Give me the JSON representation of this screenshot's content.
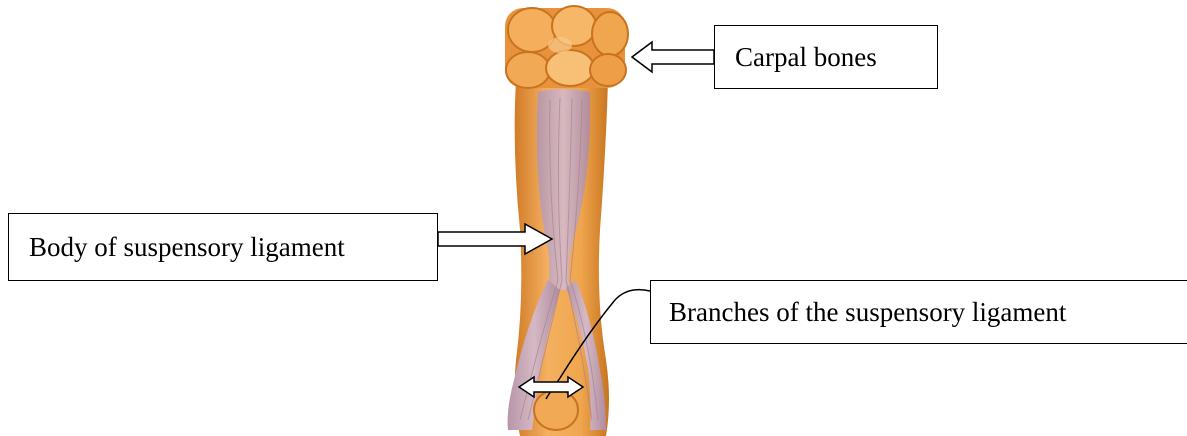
{
  "labels": {
    "carpal": "Carpal bones",
    "body": "Body of suspensory ligament",
    "branches": "Branches of the suspensory ligament"
  },
  "colors": {
    "bone": "#F0A64E",
    "bone_shadow": "#D27C28",
    "bone_highlight": "#FAC98A",
    "ligament": "#C9A9B7",
    "ligament_fiber": "#B08C9E",
    "arrow_fill": "#ffffff",
    "line": "#000000"
  }
}
